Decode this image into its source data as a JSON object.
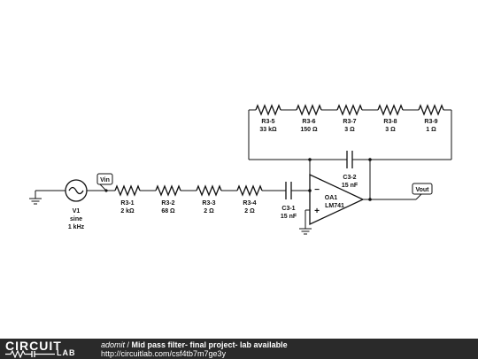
{
  "circuit": {
    "source": {
      "name": "V1",
      "type": "sine",
      "freq": "1 kHz"
    },
    "resistors": [
      {
        "name": "R3-1",
        "value": "2 kΩ"
      },
      {
        "name": "R3-2",
        "value": "68 Ω"
      },
      {
        "name": "R3-3",
        "value": "2 Ω"
      },
      {
        "name": "R3-4",
        "value": "2 Ω"
      },
      {
        "name": "R3-5",
        "value": "33 kΩ"
      },
      {
        "name": "R3-6",
        "value": "150 Ω"
      },
      {
        "name": "R3-7",
        "value": "3 Ω"
      },
      {
        "name": "R3-8",
        "value": "3 Ω"
      },
      {
        "name": "R3-9",
        "value": "1 Ω"
      }
    ],
    "capacitors": [
      {
        "name": "C3-1",
        "value": "15 nF"
      },
      {
        "name": "C3-2",
        "value": "15 nF"
      }
    ],
    "opamp": {
      "name": "OA1",
      "part": "LM741",
      "minus": "−",
      "plus": "+"
    },
    "ports": {
      "in": "Vin",
      "out": "Vout"
    }
  },
  "footer": {
    "logo_top": "CIRCUIT",
    "logo_bottom": "LAB",
    "author": "adomit",
    "separator": " / ",
    "title": "Mid pass filter- final project- lab available",
    "url": "http://circuitlab.com/csf4tb7m7ge3y"
  }
}
